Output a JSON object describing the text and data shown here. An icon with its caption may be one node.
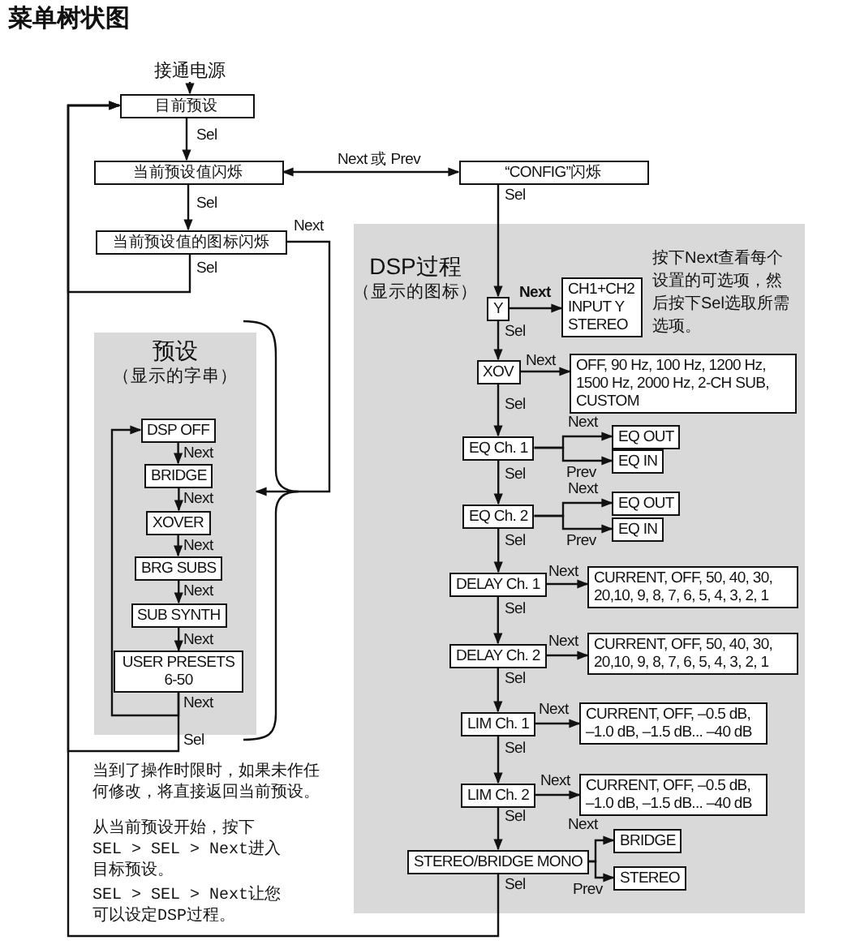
{
  "diagram": {
    "title": "菜单树状图",
    "nodes": [
      {
        "text": [
          "接通电源"
        ]
      },
      {
        "text": [
          "目前预设"
        ]
      },
      {
        "text": [
          "当前预设值闪烁"
        ]
      },
      {
        "text": [
          "当前预设值的图标闪烁"
        ]
      },
      {
        "text": [
          "“CONFIG”闪烁"
        ]
      },
      {
        "text": [
          "预设",
          "（显示的字串）"
        ]
      },
      {
        "text": [
          "DSP OFF"
        ],
        "in": 5
      },
      {
        "text": [
          "BRIDGE"
        ],
        "in": 5
      },
      {
        "text": [
          "XOVER"
        ],
        "in": 5
      },
      {
        "text": [
          "BRG SUBS"
        ],
        "in": 5
      },
      {
        "text": [
          "SUB SYNTH"
        ],
        "in": 5
      },
      {
        "text": [
          "USER PRESETS 6-50"
        ],
        "in": 5
      },
      {
        "text": [
          "DSP过程",
          "（显示的图标）",
          "按下Next查看每个设置的可选项，然后按下Sel选取所需选项。"
        ]
      },
      {
        "text": [
          "Y"
        ],
        "in": 12
      },
      {
        "text": [
          "CH1+CH2 INPUT Y STEREO"
        ],
        "in": 12
      },
      {
        "text": [
          "XOV"
        ],
        "in": 12
      },
      {
        "text": [
          "OFF, 90 Hz, 100 Hz, 1200 Hz, 1500 Hz, 2000 Hz, 2-CH SUB, CUSTOM"
        ],
        "in": 12
      },
      {
        "text": [
          "EQ Ch. 1"
        ],
        "in": 12
      },
      {
        "text": [
          "EQ OUT"
        ],
        "in": 12
      },
      {
        "text": [
          "EQ IN"
        ],
        "in": 12
      },
      {
        "text": [
          "EQ Ch. 2"
        ],
        "in": 12
      },
      {
        "text": [
          "EQ OUT"
        ],
        "in": 12
      },
      {
        "text": [
          "EQ IN"
        ],
        "in": 12
      },
      {
        "text": [
          "DELAY Ch. 1"
        ],
        "in": 12
      },
      {
        "text": [
          "CURRENT, OFF, 50, 40, 30, 20,10, 9, 8, 7, 6, 5, 4, 3, 2, 1"
        ],
        "in": 12
      },
      {
        "text": [
          "DELAY Ch. 2"
        ],
        "in": 12
      },
      {
        "text": [
          "CURRENT, OFF, 50, 40, 30, 20,10, 9, 8, 7, 6, 5, 4, 3, 2, 1"
        ],
        "in": 12
      },
      {
        "text": [
          "LIM Ch. 1"
        ],
        "in": 12
      },
      {
        "text": [
          "CURRENT, OFF, –0.5 dB, –1.0 dB, –1.5 dB... –40 dB"
        ],
        "in": 12
      },
      {
        "text": [
          "LIM Ch. 2"
        ],
        "in": 12
      },
      {
        "text": [
          "CURRENT, OFF, –0.5 dB, –1.0 dB, –1.5 dB... –40 dB"
        ],
        "in": 12
      },
      {
        "text": [
          "STEREO/BRIDGE MONO"
        ],
        "in": 12
      },
      {
        "text": [
          "BRIDGE"
        ],
        "in": 12
      },
      {
        "text": [
          "STEREO"
        ],
        "in": 12
      }
    ],
    "edges": [
      {
        "from": 0,
        "to": 1,
        "arrow": "to"
      },
      {
        "from": 1,
        "to": 2,
        "arrow": "to",
        "label": "Sel"
      },
      {
        "from": 2,
        "to": 4,
        "arrow": "both",
        "label": "Next 或 Prev"
      },
      {
        "from": 2,
        "to": 3,
        "arrow": "to",
        "label": "Sel"
      },
      {
        "from": 3,
        "to": 1,
        "arrow": "to",
        "label": "Sel"
      },
      {
        "from": 3,
        "to": 5,
        "arrow": "to",
        "label": "Next"
      },
      {
        "from": 6,
        "to": 7,
        "arrow": "to",
        "label": "Next"
      },
      {
        "from": 7,
        "to": 8,
        "arrow": "to",
        "label": "Next"
      },
      {
        "from": 8,
        "to": 9,
        "arrow": "to",
        "label": "Next"
      },
      {
        "from": 9,
        "to": 10,
        "arrow": "to",
        "label": "Next"
      },
      {
        "from": 10,
        "to": 11,
        "arrow": "to",
        "label": "Next"
      },
      {
        "from": 11,
        "to": 6,
        "arrow": "to",
        "label": "Next"
      },
      {
        "from": 11,
        "to": 1,
        "arrow": "to",
        "label": "Sel"
      },
      {
        "from": 4,
        "to": 13,
        "arrow": "to",
        "label": "Sel"
      },
      {
        "from": 13,
        "to": 14,
        "arrow": "to",
        "label": "Next"
      },
      {
        "from": 13,
        "to": 15,
        "arrow": "to",
        "label": "Sel"
      },
      {
        "from": 15,
        "to": 16,
        "arrow": "to",
        "label": "Next"
      },
      {
        "from": 15,
        "to": 17,
        "arrow": "to",
        "label": "Sel"
      },
      {
        "from": 17,
        "to": 18,
        "arrow": "to",
        "label": "Next"
      },
      {
        "from": 17,
        "to": 19,
        "arrow": "to",
        "label": "Prev"
      },
      {
        "from": 17,
        "to": 20,
        "arrow": "to",
        "label": "Sel"
      },
      {
        "from": 20,
        "to": 21,
        "arrow": "to",
        "label": "Next"
      },
      {
        "from": 20,
        "to": 22,
        "arrow": "to",
        "label": "Prev"
      },
      {
        "from": 20,
        "to": 23,
        "arrow": "to",
        "label": "Sel"
      },
      {
        "from": 23,
        "to": 24,
        "arrow": "to",
        "label": "Next"
      },
      {
        "from": 23,
        "to": 25,
        "arrow": "to",
        "label": "Sel"
      },
      {
        "from": 25,
        "to": 26,
        "arrow": "to",
        "label": "Next"
      },
      {
        "from": 25,
        "to": 27,
        "arrow": "to",
        "label": "Sel"
      },
      {
        "from": 27,
        "to": 28,
        "arrow": "to",
        "label": "Next"
      },
      {
        "from": 27,
        "to": 29,
        "arrow": "to",
        "label": "Sel"
      },
      {
        "from": 29,
        "to": 30,
        "arrow": "to",
        "label": "Next"
      },
      {
        "from": 29,
        "to": 31,
        "arrow": "to",
        "label": "Sel"
      },
      {
        "from": 31,
        "to": 32,
        "arrow": "to",
        "label": "Next"
      },
      {
        "from": 31,
        "to": 33,
        "arrow": "to",
        "label": "Prev"
      },
      {
        "from": 31,
        "to": 1,
        "arrow": "to",
        "label": "Sel"
      }
    ],
    "labels": [
      "当到了操作时限时，如果未作任何修改，将直接返回当前预设。",
      "从当前预设开始，按下SEL > SEL > Next进入目标预设。",
      "SEL > SEL > Next让您可以设定DSP过程。"
    ]
  }
}
